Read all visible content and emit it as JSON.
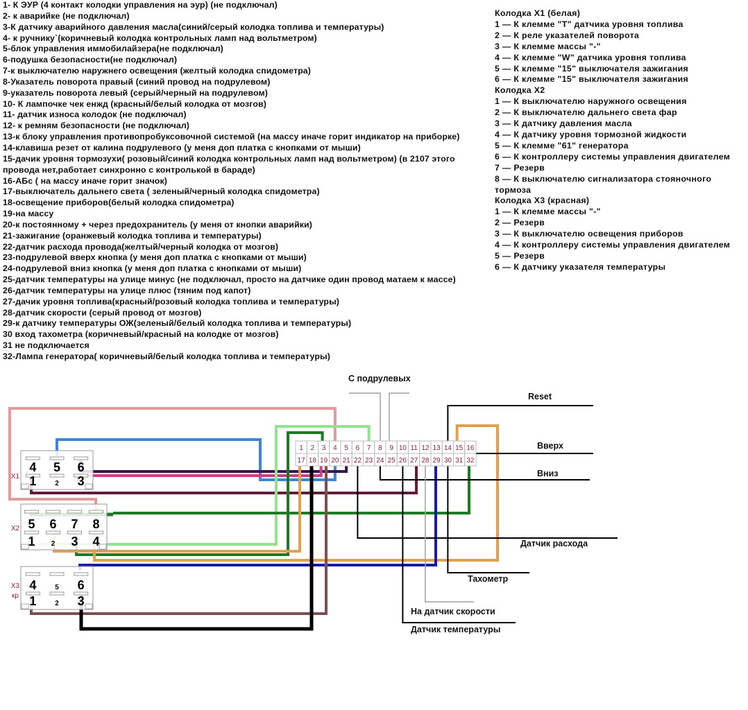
{
  "pin_list": [
    "1- К ЭУР (4 контакт колодки управления на эур) (не подключал)",
    "2- к аварийке (не подключал)",
    "3-К датчику аварийного давления масла(синий/серый колодка топлива и температуры)",
    "4- к ручнику`(коричневый колодка контрольных ламп над вольтметром)",
    "5-блок управления иммобилайзера(не подключал)",
    "6-подушка безопасности(не подключал)",
    "7-к выключателю наружнего освещения (желтый колодка спидометра)",
    "8-Указатель поворота правый (синий провод на подрулевом)",
    "9-указатель поворота левый (серый/черный на подрулевом)",
    "10- К лампочке чек енжд (красный/белый колодка от мозгов)",
    "11- датчик износа колодок (не подключал)",
    "12- к ремням безопасности (не подключал)",
    "13-к блоку управления противопробуксовочной системой (на массу иначе горит индикатор на приборке)",
    "14-клавиша резет от калина подрулевого (у меня доп платка с кнопками от мыши)",
    "15-дачик уровня тормозухи( розовый/синий колодка контрольных ламп над вольтметром) (в 2107 этого",
    "провода нет,работает синхронно с контролькой в бараде)",
    "16-АБс ( на массу иначе горит значок)",
    "17-выключатель дальнего света ( зеленый/черный колодка спидометра)",
    "18-освещение приборов(белый колодка спидометра)",
    "19-на массу",
    "20-к постоянному + через предохранитель (у меня от кнопки аварийки)",
    "21-зажигание (оранжевый колодка топлива и температуры)",
    "22-датчик расхода провода(желтый/черный колодка от мозгов)",
    "23-подрулевой вверх кнопка (у меня доп платка с кнопками от мыши)",
    "24-подрулевой вниз кнопка (у меня доп платка с кнопками от мыши)",
    "25-датчик температуры на улице минус (не подключал, просто на датчике один провод матаем к массе)",
    "26-датчик температуры на улице плюс (тяним под капот)",
    "27-дачик уровня топлива(красный/розовый колодка топлива и температуры)",
    "28-датчик скорости (серый провод от мозгов)",
    "29-к датчику температуры ОЖ(зеленый/белый колодка топлива и температуры)",
    "30 вход тахометра (коричневый/красный на колодке от мозгов)",
    "31 не подключается",
    "32-Лампа генератора( коричневый/белый колодка топлива и температуры)"
  ],
  "connector_list": [
    "Колодка X1 (белая)",
    "1 — К клемме \"Т\" датчика уровня топлива",
    "2 — К реле указателей поворота",
    "3 — К клемме массы \"-\"",
    "4 — К клемме \"W\" датчика уровня топлива",
    "5 — К клемме \"15\" выключателя зажигания",
    "6 — К клемме \"15\" выключателя зажигания",
    "Колодка X2",
    "1 — К выключателю наружного освещения",
    "2 — К выключателю дальнего света фар",
    "3 — К датчику давления масла",
    "4 — К датчику уровня тормозной жидкости",
    "5 — К клемме \"61\" генератора",
    "6 — К контроллеру системы управления двигателем",
    "7 — Резерв",
    "8 — К выключателю сигнализатора стояночного",
    "тормоза",
    "Колодка X3 (красная)",
    "1 — К клемме массы \"-\"",
    "2 — Резерв",
    "3 — К выключателю освещения приборов",
    "4 — К контроллеру системы управления двигателем",
    "5 — Резерв",
    "6 — К датчику указателя температуры"
  ],
  "diagram": {
    "labels": {
      "steering": "С подрулевых",
      "reset": "Reset",
      "up": "Вверх",
      "down": "Вниз",
      "fuel_flow": "Датчик расхода",
      "tacho": "Тахометр",
      "speed": "На датчик скорости",
      "temp": "Датчик температуры"
    },
    "blocks": [
      {
        "name": "X1",
        "tag": "X1",
        "sub": "",
        "top_pins": [
          "4",
          "5",
          "6"
        ],
        "bottom_pins": [
          "1",
          "2",
          "3"
        ]
      },
      {
        "name": "X2",
        "tag": "X2",
        "sub": "",
        "top_pins": [
          "5",
          "6",
          "7",
          "8"
        ],
        "bottom_pins": [
          "1",
          "2",
          "3",
          "4"
        ]
      },
      {
        "name": "X3",
        "tag": "X3",
        "sub": "кр",
        "top_pins": [
          "4",
          "5",
          "6"
        ],
        "bottom_pins": [
          "1",
          "2",
          "3"
        ]
      }
    ],
    "header_pins_top": [
      "1",
      "2",
      "3",
      "4",
      "5",
      "6",
      "7",
      "8",
      "9",
      "10",
      "11",
      "12",
      "13",
      "14",
      "15",
      "16"
    ],
    "header_pins_bottom": [
      "17",
      "18",
      "19",
      "20",
      "21",
      "22",
      "23",
      "24",
      "25",
      "26",
      "27",
      "28",
      "29",
      "30",
      "31",
      "32"
    ],
    "wire_colors": {
      "pink": "#e39a9a",
      "light_blue": "#3b86d6",
      "dark_purple": "#3a1250",
      "magenta": "#cc3f86",
      "maroon": "#5e1e3a",
      "dark_green": "#1f7a26",
      "light_green": "#92e28e",
      "orange": "#e0a050",
      "navy": "#1a1aa8",
      "brown": "#7a5050",
      "black": "#000000",
      "gray": "#a0a0a0",
      "pin_text": "#8a2040"
    }
  }
}
